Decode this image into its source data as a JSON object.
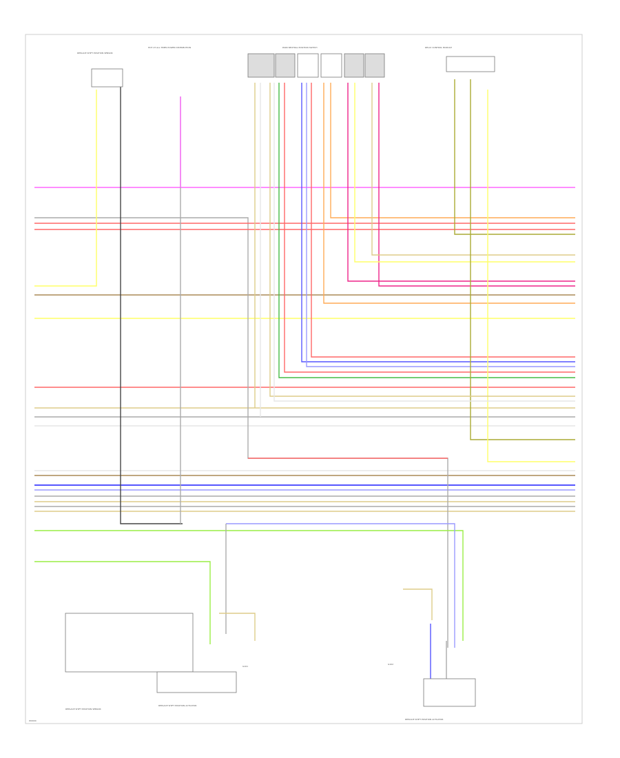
{
  "page_code": "W0000",
  "colors": {
    "pink": "#ff66ff",
    "yellow": "#ffff66",
    "red": "#ff6666",
    "orange": "#ffaa55",
    "tan": "#ddcc88",
    "olive": "#aaaa33",
    "green": "#44bb44",
    "lightgreen": "#99ee44",
    "blue": "#5555ff",
    "lavender": "#9999ff",
    "gray": "#aaaaaa",
    "black": "#444444",
    "brown": "#aa8855",
    "white": "#e6e6e6",
    "magenta": "#ee2288"
  },
  "components": {
    "top_left": "REPLACE SHIFT POSITION SENSOR",
    "top_center_left": "HOT AT ALL TIMES POWER DISTRIBUTION",
    "top_center": "PARK NEUTRAL POSITION SWITCH",
    "top_right": "RELAY CONTROL MODULE",
    "bottom_left_module": "REPLACE SHIFT POSITION SENSOR",
    "bottom_center_module": "REPLACE SHIFT POSITION ACTUATOR",
    "bottom_right_module": "REPLACE SHIFT POSITION ACTUATOR",
    "ground_left": "G101",
    "ground_right": "G102"
  }
}
